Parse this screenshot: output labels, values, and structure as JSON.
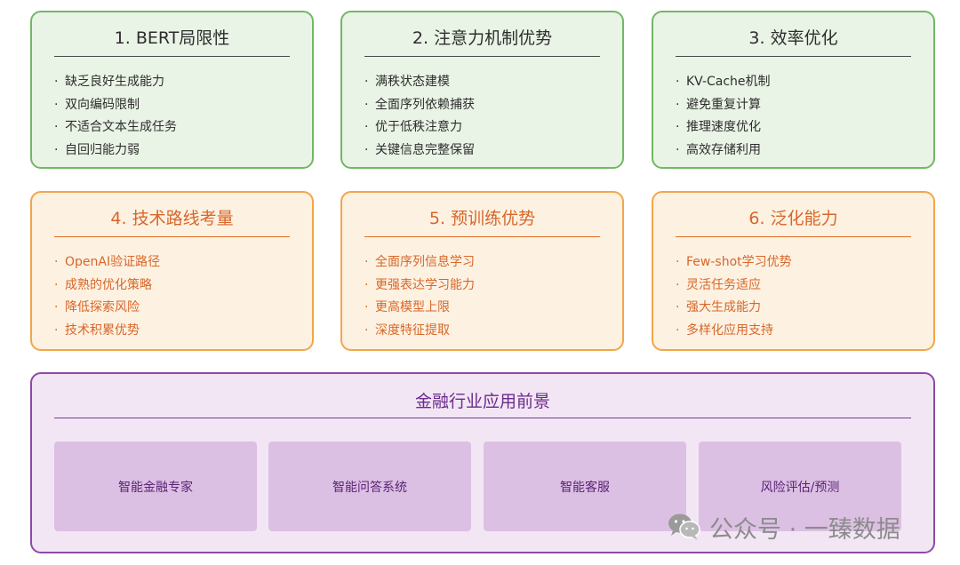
{
  "cards": [
    {
      "title": "1. BERT局限性",
      "items": [
        "缺乏良好生成能力",
        "双向编码限制",
        "不适合文本生成任务",
        "自回归能力弱"
      ]
    },
    {
      "title": "2. 注意力机制优势",
      "items": [
        "满秩状态建模",
        "全面序列依赖捕获",
        "优于低秩注意力",
        "关键信息完整保留"
      ]
    },
    {
      "title": "3. 效率优化",
      "items": [
        "KV-Cache机制",
        "避免重复计算",
        "推理速度优化",
        "高效存储利用"
      ]
    },
    {
      "title": "4. 技术路线考量",
      "items": [
        "OpenAI验证路径",
        "成熟的优化策略",
        "降低探索风险",
        "技术积累优势"
      ]
    },
    {
      "title": "5. 预训练优势",
      "items": [
        "全面序列信息学习",
        "更强表达学习能力",
        "更高模型上限",
        "深度特征提取"
      ]
    },
    {
      "title": "6. 泛化能力",
      "items": [
        "Few-shot学习优势",
        "灵活任务适应",
        "强大生成能力",
        "多样化应用支持"
      ]
    }
  ],
  "applications": {
    "title": "金融行业应用前景",
    "items": [
      "智能金融专家",
      "智能问答系统",
      "智能客服",
      "风险评估/预测"
    ]
  },
  "watermark": {
    "text": "公众号 · 一臻数据",
    "icon": "wechat-icon"
  },
  "colors": {
    "green_border": "#71b765",
    "green_fill": "#eaf4e6",
    "orange_border": "#f2a649",
    "orange_fill": "#fdf1e1",
    "orange_text": "#d7672a",
    "purple_border": "#8d4aa6",
    "purple_fill": "#f2e6f4",
    "purple_box": "#dcc0e3"
  }
}
